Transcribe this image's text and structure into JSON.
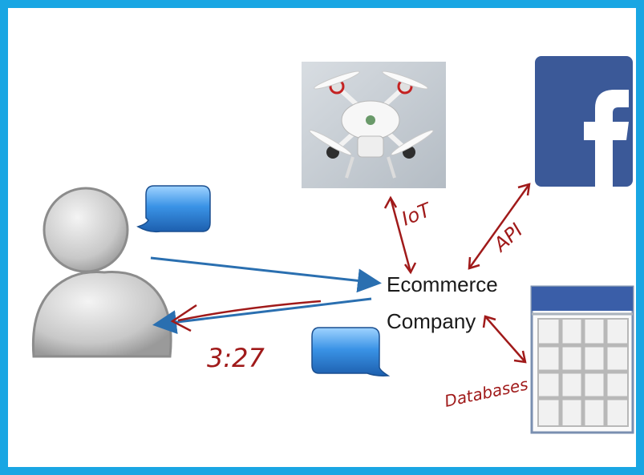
{
  "company": {
    "line1": "Ecommerce",
    "line2": "Company"
  },
  "annotations": {
    "time": "3:27",
    "iot": "IoT",
    "api": "API",
    "databases": "Databases"
  },
  "colors": {
    "frame": "#19a6e3",
    "arrow_blue": "#2a6fb0",
    "ink_red": "#a01a1a",
    "facebook": "#3b5998"
  },
  "icons": [
    "user-icon",
    "chat-bubble-icon",
    "drone-image",
    "facebook-logo",
    "calendar-grid-icon"
  ]
}
